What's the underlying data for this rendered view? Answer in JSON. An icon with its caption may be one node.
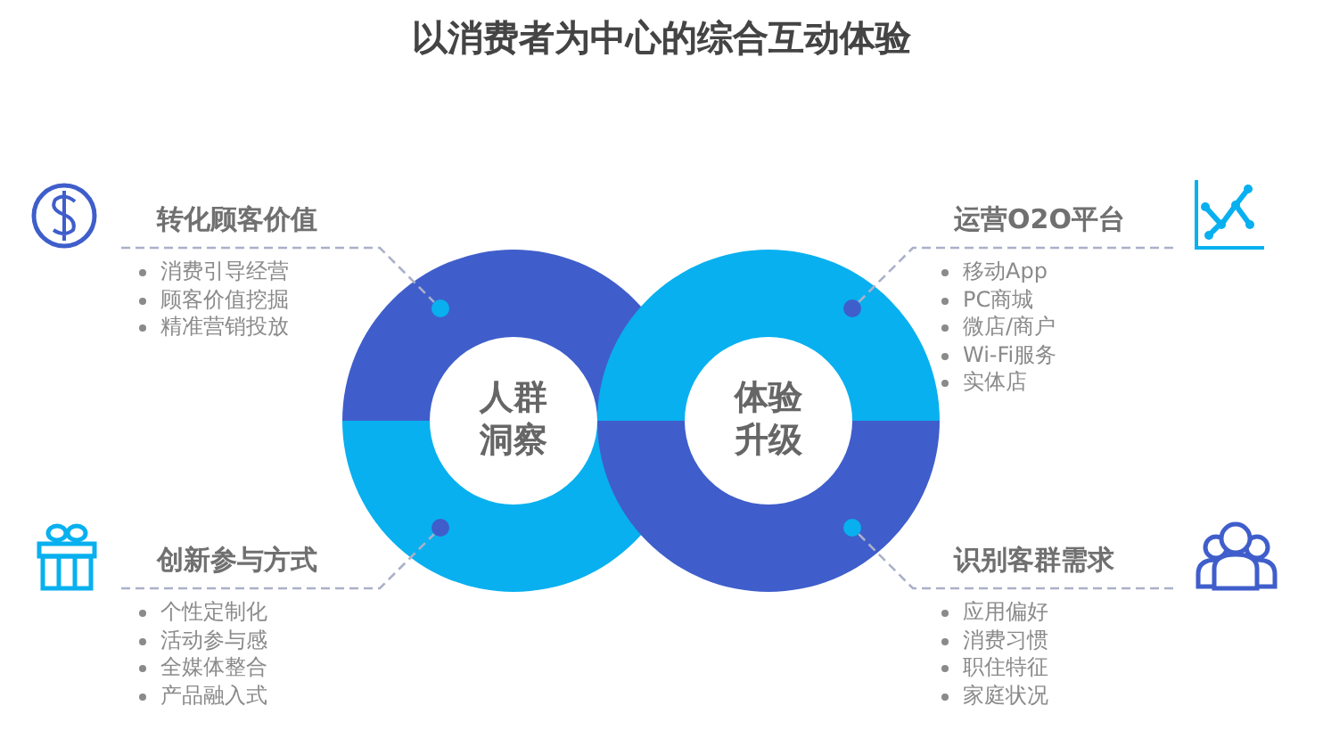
{
  "diagram": {
    "title": "以消费者为中心的综合互动体验",
    "nodes": [
      {
        "text": [
          "转化顾客价值",
          "消费引导经营",
          "顾客价值挖掘",
          "精准营销投放"
        ]
      },
      {
        "text": [],
        "shape": "circle"
      },
      {
        "text": [
          "运营O2O平台",
          "移动App",
          "PC商城",
          "微店/商户",
          "Wi-Fi服务",
          "实体店"
        ]
      },
      {
        "text": [],
        "shape": "circle"
      },
      {
        "text": [
          "人群洞察"
        ]
      },
      {
        "text": [
          "体验升级"
        ]
      },
      {
        "text": [
          "创新参与方式",
          "个性定制化",
          "活动参与感",
          "全媒体整合",
          "产品融入式"
        ]
      },
      {
        "text": [],
        "shape": "circle"
      },
      {
        "text": [
          "识别客群需求",
          "应用偏好",
          "消费习惯",
          "职住特征",
          "家庭状况"
        ]
      },
      {
        "text": [],
        "shape": "circle"
      }
    ],
    "edges": [
      {
        "from": 0,
        "to": 1,
        "arrow": "none",
        "style": "dashed"
      },
      {
        "from": 2,
        "to": 3,
        "arrow": "none",
        "style": "dashed"
      },
      {
        "from": 6,
        "to": 7,
        "arrow": "none",
        "style": "dashed"
      },
      {
        "from": 8,
        "to": 9,
        "arrow": "none",
        "style": "dashed"
      }
    ]
  }
}
